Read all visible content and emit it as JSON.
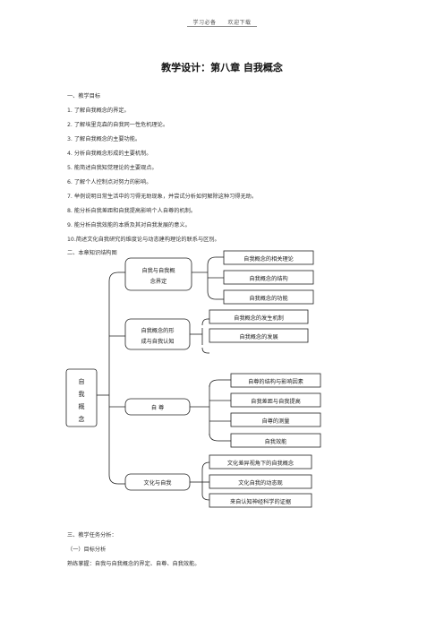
{
  "header": {
    "top": "学习必备　　欢迎下载"
  },
  "title": "教学设计：第八章 自我概念",
  "section1": {
    "heading": "一、教学目标",
    "items": [
      "1. 了解自我概念的界定。",
      "2. 了解埃里克森的自我同一性危机理论。",
      "3. 了解自我概念的主要功能。",
      "4. 分析自我概念形成的主要机制。",
      "5. 能简述自我知觉理论的主要观点。",
      "6. 了解个人控制点对努力的影响。",
      "7. 举例说明日常生活中的习得无助现象，并尝试分析如何解除这种习得无助。",
      "8. 能分析自我差距和自我提高影响个人自尊的机制。",
      "9. 能分析自我效能的本质及其对自我发展的意义。",
      "10.简述文化自我研究的维度论与动态建构理论的联系与区别。"
    ]
  },
  "section2": {
    "heading": "二、本章知识结构图"
  },
  "diagram": {
    "root": [
      "自",
      "我",
      "概",
      "念"
    ],
    "branches": [
      {
        "label": [
          "自我与自我概",
          "念界定"
        ],
        "leaves": [
          "自我概念的相关理论",
          "自我概念的结构",
          "自我概念的功能"
        ]
      },
      {
        "label": [
          "自我概念的形",
          "成与自我认知"
        ],
        "leaves": [
          "自我概念的发生机制",
          "自我概念的发展"
        ]
      },
      {
        "label": [
          "自 尊"
        ],
        "leaves": [
          "自尊的结构与影响因素",
          "自我差距与自我提高",
          "自尊的测量",
          "自我效能"
        ]
      },
      {
        "label": [
          "文化与自我"
        ],
        "leaves": [
          "文化差异视角下的自我概念",
          "文化自我的动态观",
          "来自认知神经科学的证据"
        ]
      }
    ]
  },
  "section3": {
    "heading": "三、教学任务分析：",
    "sub": "（一）目标分析",
    "text": "熟练掌握：自我与自我概念的界定、自尊、自我效能。"
  }
}
